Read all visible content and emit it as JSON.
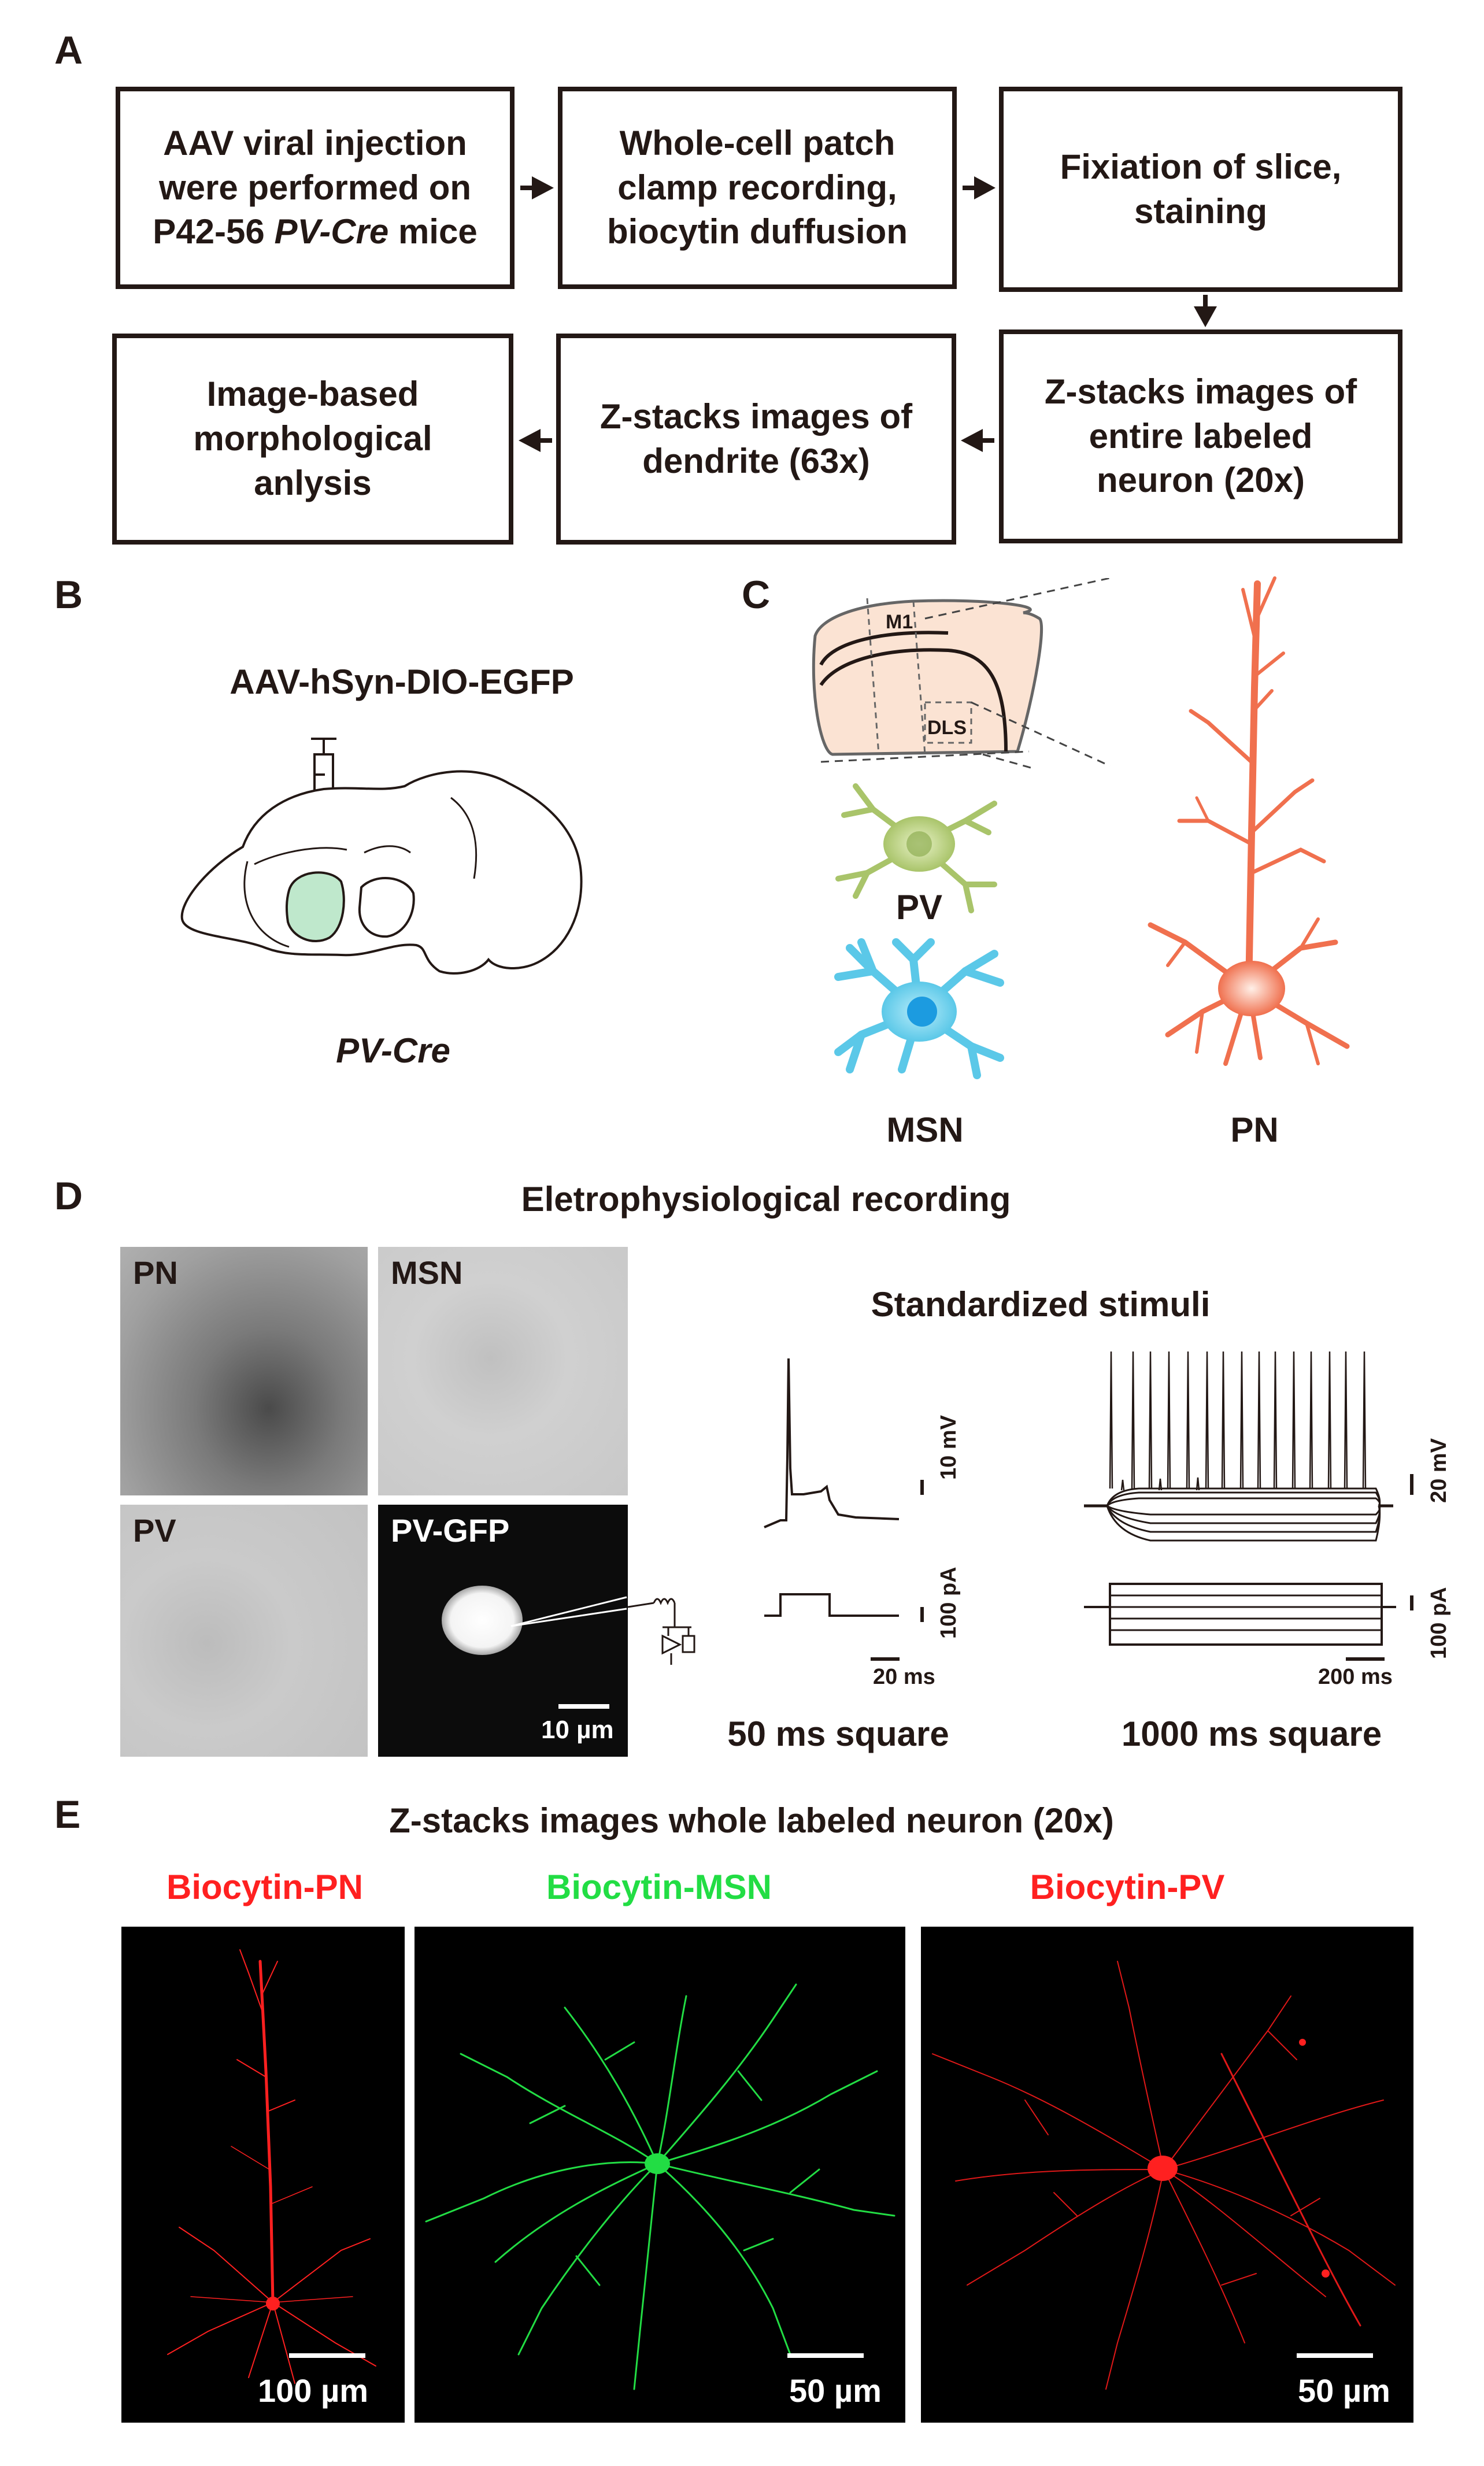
{
  "panels": {
    "A": "A",
    "B": "B",
    "C": "C",
    "D": "D",
    "E": "E"
  },
  "panel_a": {
    "boxes": [
      {
        "lines": [
          "AAV viral injection",
          "were performed on",
          "P42-56 PV-Cre mice"
        ]
      },
      {
        "lines": [
          "Whole-cell patch",
          "clamp recording,",
          "biocytin duffusion"
        ]
      },
      {
        "lines": [
          "Fixiation of  slice,",
          "staining"
        ]
      },
      {
        "lines": [
          "Z-stacks images of",
          "entire labeled",
          "neuron (20x)"
        ]
      },
      {
        "lines": [
          "Z-stacks images of",
          "dendrite (63x)"
        ]
      },
      {
        "lines": [
          "Image-based",
          "morphological",
          "anlysis"
        ]
      }
    ],
    "box1_line3_prefix": "P42-56 ",
    "box1_line3_italic": "PV-Cre",
    "box1_line3_suffix": " mice"
  },
  "panel_b": {
    "virus": "AAV-hSyn-DIO-EGFP",
    "mouse_line": "PV-Cre"
  },
  "panel_c": {
    "regions": [
      "M1",
      "DLS"
    ],
    "cells": [
      "PV",
      "MSN",
      "PN"
    ],
    "colors": {
      "pv": "#a9c46a",
      "msn": "#5bc8e8",
      "pn": "#f0704e",
      "brain_fill": "#fbe3d3"
    }
  },
  "panel_d": {
    "title": "Eletrophysiological recording",
    "micrographs": [
      "PN",
      "MSN",
      "PV",
      "PV-GFP"
    ],
    "micro_scale": "10 µm",
    "stimuli_title": "Standardized stimuli",
    "left_trace": {
      "voltage_scale": "10 mV",
      "current_scale": "100 pA",
      "time_scale": "20 ms",
      "caption": "50 ms square"
    },
    "right_trace": {
      "voltage_scale": "20 mV",
      "current_scale": "100 pA",
      "time_scale": "200 ms",
      "caption": "1000 ms square"
    }
  },
  "panel_e": {
    "title": "Z-stacks images whole labeled neuron (20x)",
    "images": [
      {
        "label": "Biocytin-PN",
        "scale": "100 µm",
        "color": "#ff2020"
      },
      {
        "label": "Biocytin-MSN",
        "scale": "50 µm",
        "color": "#22dd44"
      },
      {
        "label": "Biocytin-PV",
        "scale": "50 µm",
        "color": "#ff2020"
      }
    ]
  }
}
